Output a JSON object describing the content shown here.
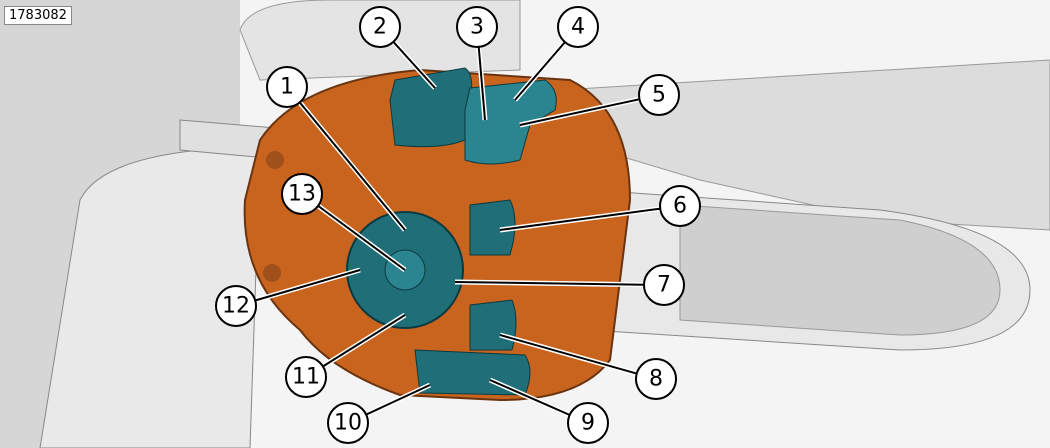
{
  "figure_id": "1783082",
  "callouts": [
    "1",
    "2",
    "3",
    "4",
    "5",
    "6",
    "7",
    "8",
    "9",
    "10",
    "11",
    "12",
    "13"
  ],
  "colors": {
    "housing": "#c8641e",
    "buttons": "#1f6e78",
    "background_parts": "#d9d9d9"
  }
}
